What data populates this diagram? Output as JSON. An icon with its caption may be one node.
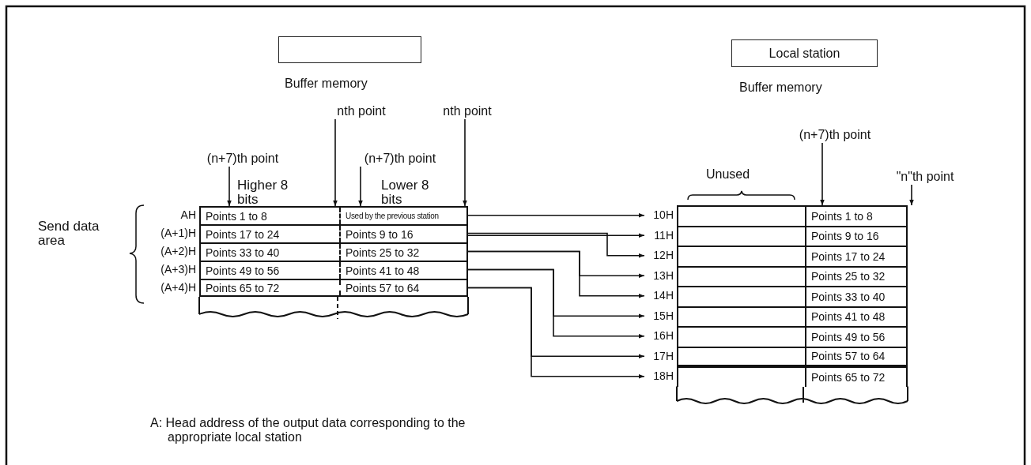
{
  "diagram": {
    "nodes": [
      {
        "text": [],
        "shape": "box"
      },
      {
        "text": [
          "Local station"
        ]
      },
      {
        "text": [
          "nth point"
        ]
      },
      {
        "text": [
          "nth point"
        ]
      },
      {
        "text": [
          "(n+7)th point"
        ]
      },
      {
        "text": [
          "(n+7)th point"
        ]
      },
      {
        "text": [
          "(n+7)th point"
        ]
      },
      {
        "text": [
          "\"n\"th point"
        ]
      },
      {
        "text": [
          "Points 1 to 8",
          "Used by the previous station"
        ],
        "beside": [
          "AH"
        ]
      },
      {
        "text": [
          "Points 17 to 24",
          "Points 9 to 16"
        ],
        "beside": [
          "(A+1)H"
        ]
      },
      {
        "text": [
          "Points 33 to 40",
          "Points 25 to 32"
        ],
        "beside": [
          "(A+2)H"
        ]
      },
      {
        "text": [
          "Points 49 to 56",
          "Points 41 to 48"
        ],
        "beside": [
          "(A+3)H"
        ]
      },
      {
        "text": [
          "Points 65 to 72",
          "Points 57 to 64"
        ],
        "beside": [
          "(A+4)H"
        ]
      },
      {
        "text": [
          "Points 1 to 8"
        ],
        "beside": [
          "10H"
        ]
      },
      {
        "text": [
          "Points 9 to 16"
        ],
        "beside": [
          "11H"
        ]
      },
      {
        "text": [
          "Points 17 to 24"
        ],
        "beside": [
          "12H"
        ]
      },
      {
        "text": [
          "Points 25 to 32"
        ],
        "beside": [
          "13H"
        ]
      },
      {
        "text": [
          "Points 33 to 40"
        ],
        "beside": [
          "14H"
        ]
      },
      {
        "text": [
          "Points 41 to 48"
        ],
        "beside": [
          "15H"
        ]
      },
      {
        "text": [
          "Points 49 to 56"
        ],
        "beside": [
          "16H"
        ]
      },
      {
        "text": [
          "Points 57 to 64"
        ],
        "beside": [
          "17H"
        ]
      },
      {
        "text": [
          "Points 65 to 72"
        ],
        "beside": [
          "18H"
        ]
      }
    ],
    "edges": [
      {
        "from": 2,
        "to": 8,
        "arrow": "to"
      },
      {
        "from": 3,
        "to": 8,
        "arrow": "to"
      },
      {
        "from": 4,
        "to": 8,
        "arrow": "to"
      },
      {
        "from": 5,
        "to": 8,
        "arrow": "to"
      },
      {
        "from": 6,
        "to": 13,
        "arrow": "to"
      },
      {
        "from": 7,
        "to": 13,
        "arrow": "to"
      },
      {
        "from": 8,
        "to": 13,
        "arrow": "to"
      },
      {
        "from": 9,
        "to": 14,
        "arrow": "to"
      },
      {
        "from": 9,
        "to": 15,
        "arrow": "to"
      },
      {
        "from": 10,
        "to": 16,
        "arrow": "to"
      },
      {
        "from": 10,
        "to": 17,
        "arrow": "to"
      },
      {
        "from": 11,
        "to": 18,
        "arrow": "to"
      },
      {
        "from": 11,
        "to": 19,
        "arrow": "to"
      },
      {
        "from": 12,
        "to": 20,
        "arrow": "to"
      },
      {
        "from": 12,
        "to": 21,
        "arrow": "to"
      }
    ],
    "labels": [
      "Buffer memory",
      "Buffer memory",
      "Higher 8 bits",
      "Lower 8 bits",
      "Unused",
      "Send data area",
      "A: Head address of the output data corresponding to the appropriate local station"
    ]
  }
}
